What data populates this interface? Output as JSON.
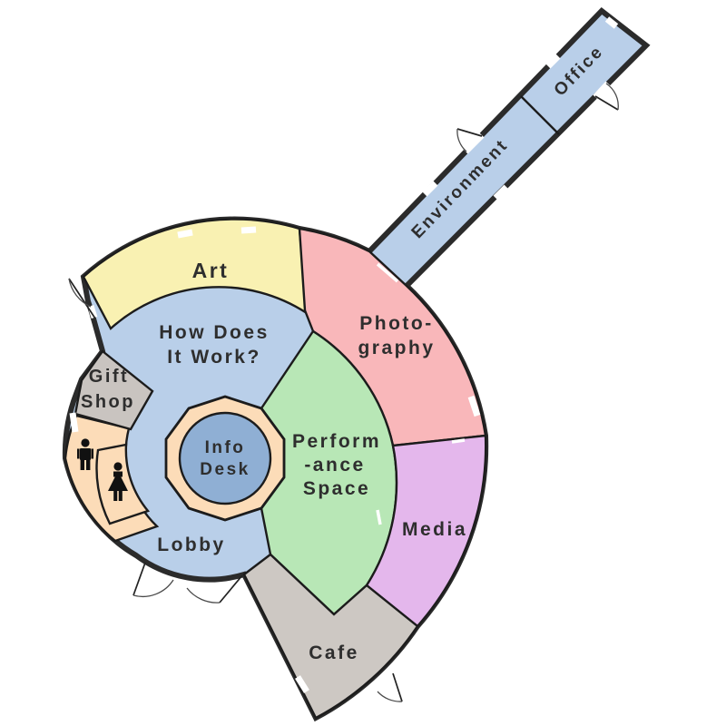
{
  "map": {
    "rooms": {
      "art": {
        "label": "Art"
      },
      "how_does_it_work": {
        "line1": "How Does",
        "line2": "It Work?"
      },
      "gift_shop": {
        "line1": "Gift",
        "line2": "Shop"
      },
      "photography": {
        "line1": "Photo-",
        "line2": "graphy"
      },
      "performance_space": {
        "line1": "Perform",
        "line2": "-ance",
        "line3": "Space"
      },
      "media": {
        "label": "Media"
      },
      "cafe": {
        "label": "Cafe"
      },
      "lobby": {
        "label": "Lobby"
      },
      "info_desk": {
        "line1": "Info",
        "line2": "Desk"
      },
      "environment": {
        "label": "Environment"
      },
      "office": {
        "label": "Office"
      }
    },
    "colors": {
      "room_blue": "#b9cfe9",
      "info_desk_blue": "#8fafd4",
      "ring_peach": "#fcdcb8",
      "art_yellow": "#f9f1b2",
      "photography_pink": "#f9b7ba",
      "performance_green": "#b8e7b6",
      "media_violet": "#e4b7ec",
      "cafe_gray": "#cdc8c3",
      "gift_shop_gray": "#c9c4c0",
      "wall": "#2b2b2b",
      "background": "#ffffff"
    },
    "icons": [
      "mens-room-icon",
      "womens-room-icon"
    ]
  }
}
